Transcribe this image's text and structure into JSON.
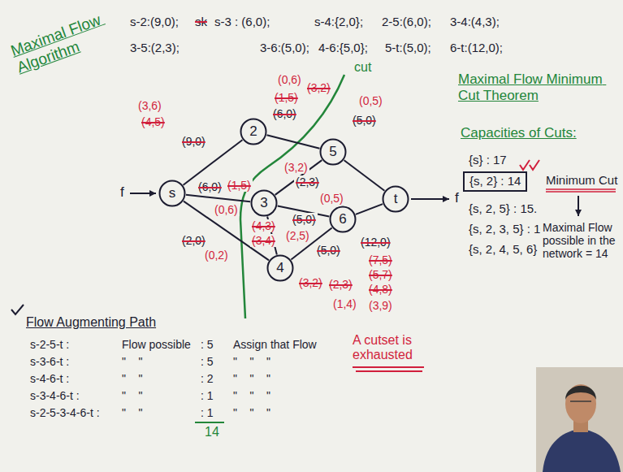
{
  "diagram": {
    "title": "Maximal Flow Algorithm",
    "nodes": [
      {
        "text": [
          "s"
        ]
      },
      {
        "text": [
          "2"
        ]
      },
      {
        "text": [
          "3"
        ]
      },
      {
        "text": [
          "4"
        ]
      },
      {
        "text": [
          "5"
        ]
      },
      {
        "text": [
          "6"
        ]
      },
      {
        "text": [
          "t"
        ]
      },
      {
        "text": [
          "{s, 2} : 14"
        ]
      }
    ],
    "edges": [
      {
        "from": 0,
        "to": 1,
        "arrow": "none",
        "label": "(3,6)"
      },
      {
        "from": 0,
        "to": 2,
        "arrow": "none",
        "label": "(0,6)"
      },
      {
        "from": 0,
        "to": 3,
        "arrow": "none",
        "label": "(0,2)"
      },
      {
        "from": 1,
        "to": 4,
        "arrow": "none",
        "label": "(0,6)"
      },
      {
        "from": 2,
        "to": 4,
        "arrow": "none",
        "label": "(3,2)"
      },
      {
        "from": 2,
        "to": 5,
        "arrow": "none",
        "label": "(0,5)"
      },
      {
        "from": 2,
        "to": 3,
        "arrow": "none",
        "label": "(2,5)"
      },
      {
        "from": 3,
        "to": 5,
        "arrow": "none",
        "label": "(1,4)"
      },
      {
        "from": 4,
        "to": 6,
        "arrow": "none",
        "label": "(0,5)"
      },
      {
        "from": 5,
        "to": 6,
        "arrow": "none",
        "label": "(3,9)"
      }
    ],
    "labels": [
      "s-2:(9,0);",
      "sk",
      "s-3 : (6,0);",
      "s-4:{2,0};",
      "2-5:(6,0);",
      "3-4:(4,3);",
      "3-5:(2,3);",
      "3-6:(5,0);",
      "4-6:{5,0};",
      "5-t:(5,0);",
      "6-t:(12,0);",
      "cut",
      "f",
      "f",
      "(9,0)",
      "(4,5)",
      "(6,0)",
      "(1,5)",
      "(2,0)",
      "(1,5)",
      "(6,0)",
      "(3,2)",
      "(2,3)",
      "(5,0)",
      "(4,3)",
      "(3,4)",
      "(5,0)",
      "(3,2)",
      "(2,3)",
      "(12,0)",
      "(7,5)",
      "(5,7)",
      "(4,8)",
      "(5,0)",
      "A cutset is exhausted",
      "Flow Augmenting Path",
      "s-2-5-t :",
      "Flow possible",
      ": 5",
      "Assign that Flow",
      "s-3-6-t :",
      "\"    \"",
      ": 5",
      "\"    \"    \"",
      "s-4-6-t :",
      "\"    \"",
      ": 2",
      "\"    \"    \"",
      "s-3-4-6-t :",
      "\"    \"",
      ": 1",
      "\"    \"    \"",
      "s-2-5-3-4-6-t :",
      "\"    \"",
      ": 1",
      "\"    \"    \"",
      "14",
      "Maximal Flow Minimum Cut Theorem",
      "Capacities of Cuts:",
      "{s} : 17",
      "Minimum Cut",
      "{s, 2, 5} : 15.",
      "{s, 2, 3, 5} : 16.",
      "{s, 2, 4, 5, 6} : 17",
      "Maximal Flow possible in the network = 14"
    ]
  }
}
